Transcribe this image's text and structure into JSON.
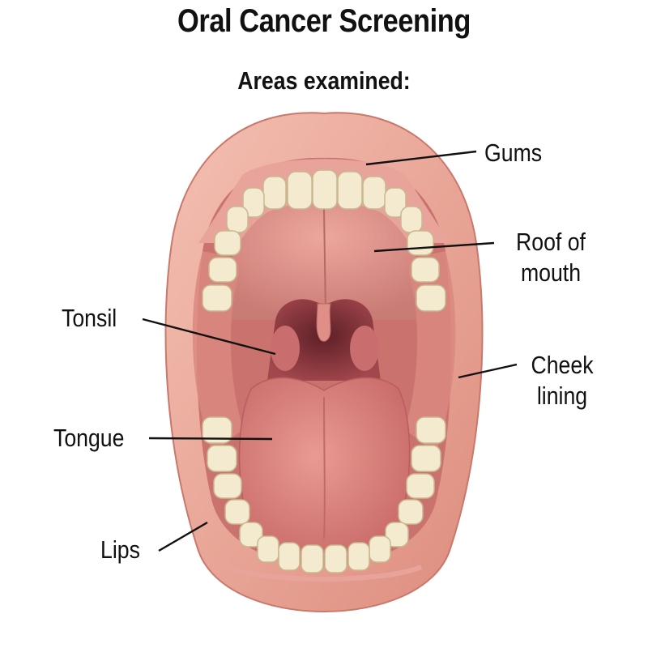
{
  "title": "Oral Cancer Screening",
  "subtitle": "Areas examined:",
  "labels": {
    "gums": "Gums",
    "roof": [
      "Roof of",
      "mouth"
    ],
    "tonsil": "Tonsil",
    "cheek": [
      "Cheek",
      "lining"
    ],
    "tongue": "Tongue",
    "lips": "Lips"
  },
  "colors": {
    "lip": "#e49a8a",
    "lip_highlight": "#f2bcae",
    "gum": "#e8a49b",
    "palate": "#d98b82",
    "throat": "#8e3f43",
    "tongue": "#d87d78",
    "tooth": "#f3ead0",
    "tooth_shadow": "#c9b88f"
  }
}
